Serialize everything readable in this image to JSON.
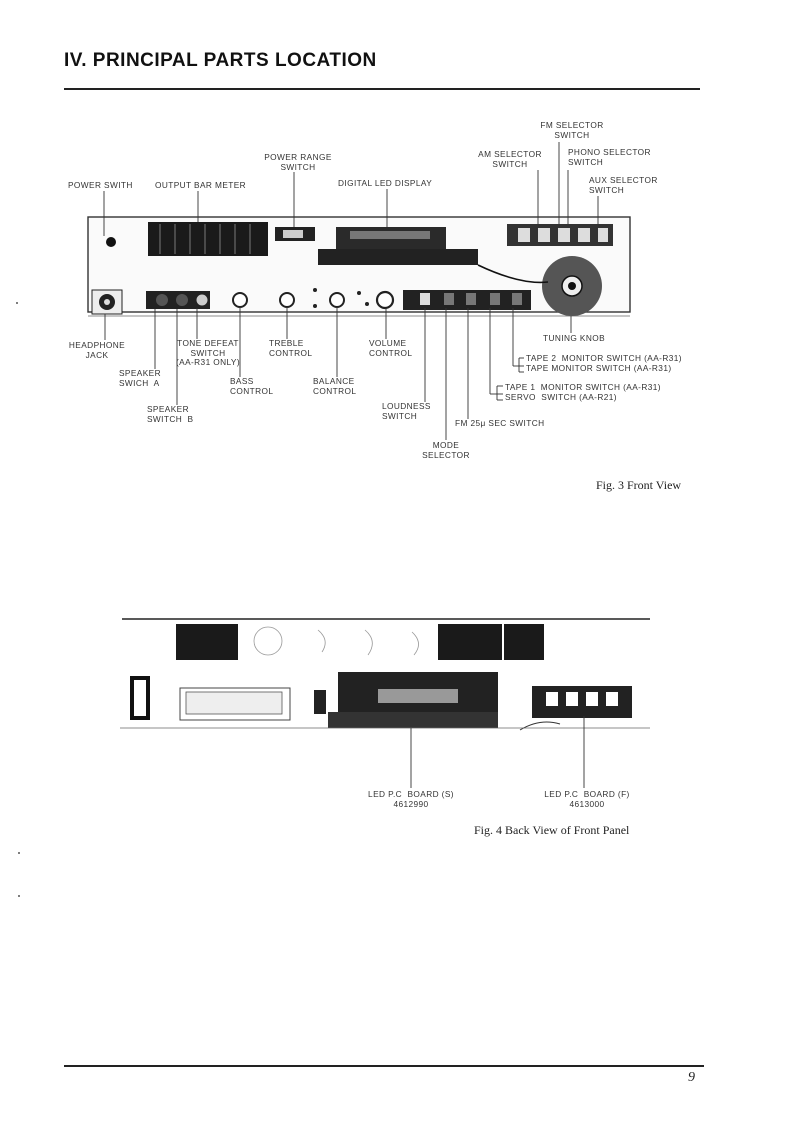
{
  "heading": "IV. PRINCIPAL PARTS LOCATION",
  "page_number": "9",
  "figures": [
    {
      "caption": "Fig. 3   Front View",
      "labels": {
        "fm_selector": "FM SELECTOR\nSWITCH",
        "am_selector": "AM SELECTOR\nSWITCH",
        "phono_selector": "PHONO SELECTOR\nSWITCH",
        "aux_selector": "AUX SELECTOR\nSWITCH",
        "power_range": "POWER RANGE\nSWITCH",
        "power_switch": "POWER SWITH",
        "output_bar_meter": "OUTPUT BAR METER",
        "digital_led_display": "DIGITAL LED DISPLAY",
        "headphone_jack": "HEADPHONE\nJACK",
        "tone_defeat": "TONE DEFEAT\nSWITCH\n(AA-R31 ONLY)",
        "treble_control": "TREBLE\nCONTROL",
        "volume_control": "VOLUME\nCONTROL",
        "tuning_knob": "TUNING KNOB",
        "tape2_monitor": "TAPE 2  MONITOR SWITCH (AA-R31)\nTAPE MONITOR SWITCH (AA-R31)",
        "speaker_a": "SPEAKER\nSWICH  A",
        "bass_control": "BASS\nCONTROL",
        "balance_control": "BALANCE\nCONTROL",
        "tape1_monitor": "TAPE 1  MONITOR SWITCH (AA-R31)\nSERVO  SWITCH (AA-R21)",
        "speaker_b": "SPEAKER\nSWITCH  B",
        "loudness_switch": "LOUDNESS\nSWITCH",
        "fm_25_sec": "FM 25μ SEC SWITCH",
        "mode_selector": "MODE\nSELECTOR"
      }
    },
    {
      "caption": "Fig. 4   Back View of Front Panel",
      "labels": {
        "led_board_s": "LED P.C  BOARD (S)\n4612990",
        "led_board_f": "LED P.C  BOARD (F)\n4613000"
      }
    }
  ]
}
